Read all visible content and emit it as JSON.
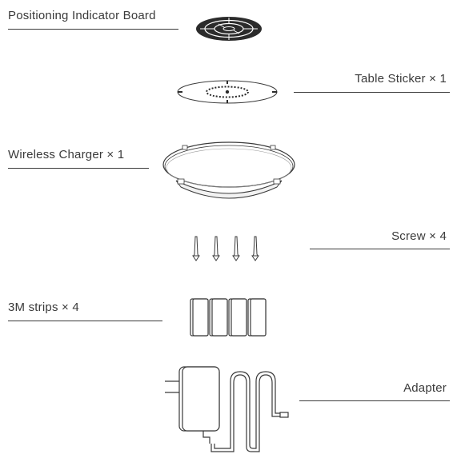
{
  "items": [
    {
      "name": "Positioning Indicator Board",
      "icon": "positioning-board-icon"
    },
    {
      "name": "Table Sticker × 1",
      "icon": "table-sticker-icon"
    },
    {
      "name": "Wireless Charger × 1",
      "icon": "wireless-charger-icon"
    },
    {
      "name": "Screw × 4",
      "icon": "screw-icon"
    },
    {
      "name": "3M strips × 4",
      "icon": "strip-icon"
    },
    {
      "name": "Adapter",
      "icon": "adapter-icon"
    }
  ],
  "colors": {
    "line": "#3a3a3a",
    "board": "#2b2b2b"
  }
}
